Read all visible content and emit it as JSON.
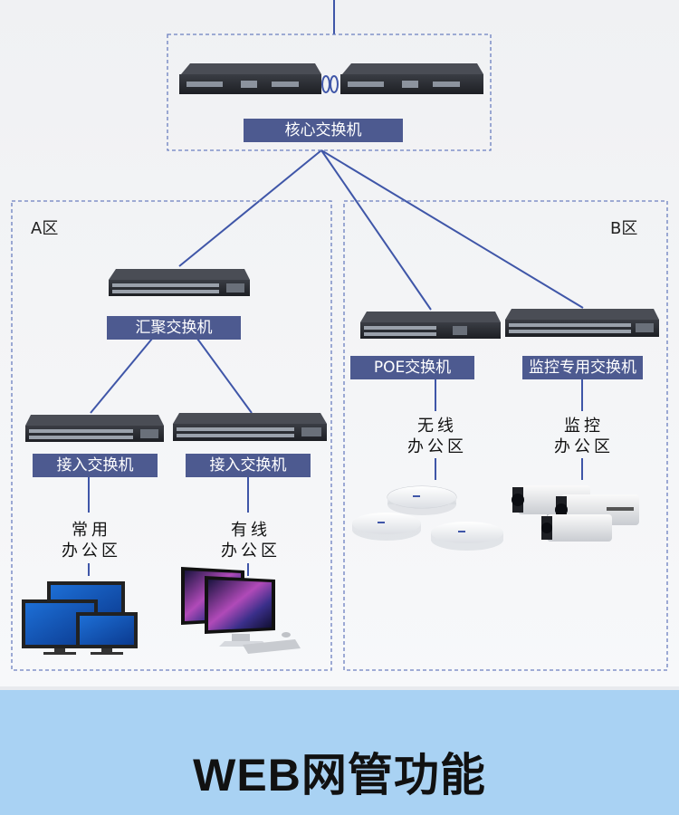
{
  "core": {
    "label": "核心交换机"
  },
  "zone_a": {
    "title": "A区"
  },
  "zone_b": {
    "title": "B区"
  },
  "aggregation": {
    "label": "汇聚交换机"
  },
  "access_left": {
    "label": "接入交换机",
    "area_line1": "常用",
    "area_line2": "办公区"
  },
  "access_right": {
    "label": "接入交换机",
    "area_line1": "有线",
    "area_line2": "办公区"
  },
  "poe": {
    "label": "POE交换机",
    "area_line1": "无线",
    "area_line2": "办公区"
  },
  "monitor": {
    "label": "监控专用交换机",
    "area_line1": "监控",
    "area_line2": "办公区"
  },
  "banner": {
    "title": "WEB网管功能"
  },
  "colors": {
    "label_bg": "#4d5a90",
    "line": "#3f56a8",
    "banner_bg": "#a9d2f3",
    "dashed_border": "#6b7fc0"
  },
  "icons": [
    "core-switch-icon",
    "switch-icon",
    "desktop-monitor-icon",
    "wireless-ap-icon",
    "bullet-camera-icon"
  ]
}
